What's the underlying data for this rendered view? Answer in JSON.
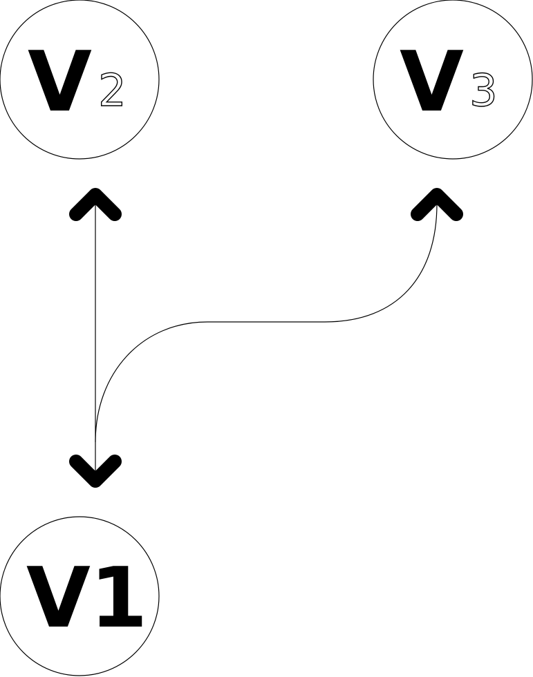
{
  "nodes": [
    {
      "id": "v2",
      "letter": "V",
      "subscript": "2"
    },
    {
      "id": "v3",
      "letter": "V",
      "subscript": "3"
    },
    {
      "id": "v1",
      "letter": "V",
      "subscript": "1"
    }
  ],
  "edges": [
    {
      "from": "v1",
      "to": "v2",
      "direction": "bidirectional"
    },
    {
      "from": "v1",
      "to": "v3",
      "direction": "to"
    }
  ],
  "colors": {
    "stroke": "#000000",
    "background": "#ffffff"
  }
}
